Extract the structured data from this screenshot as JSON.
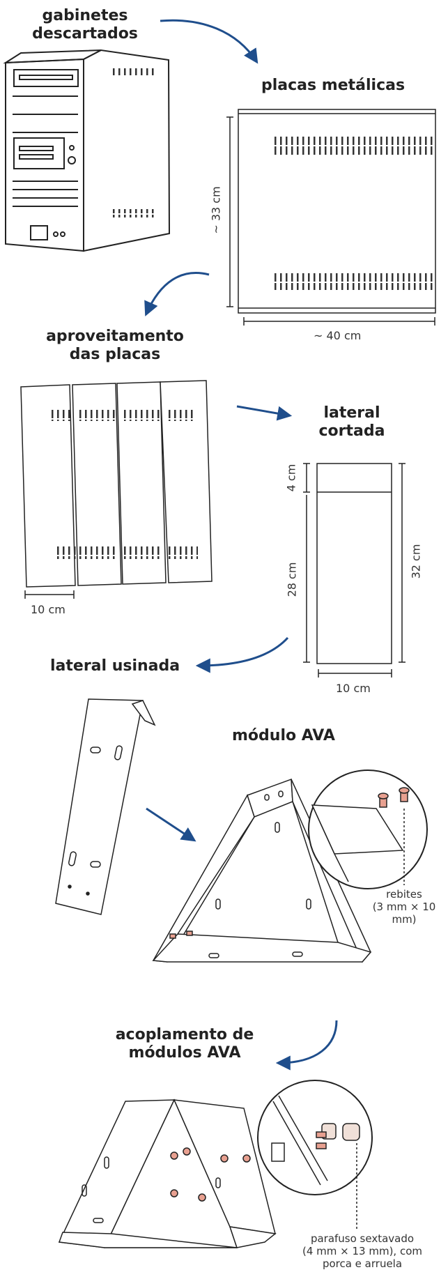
{
  "labels": {
    "gabinetes": "gabinetes\ndescartados",
    "placas": "placas metálicas",
    "aproveitamento": "aproveitamento\ndas placas",
    "lateral_cortada": "lateral\ncortada",
    "lateral_usinada": "lateral usinada",
    "modulo_ava": "módulo AVA",
    "acoplamento": "acoplamento de\nmódulos AVA"
  },
  "dimensions": {
    "placa_height": "~ 33 cm",
    "placa_width": "~ 40 cm",
    "strip_width": "10 cm",
    "top_segment": "4 cm",
    "lower_segment": "28 cm",
    "total_height": "32 cm",
    "cut_width": "10 cm"
  },
  "callouts": {
    "rebites": "rebites\n(3 mm × 10 mm)",
    "parafuso": "parafuso sextavado\n(4 mm × 13 mm), com\nporca e arruela"
  },
  "colors": {
    "line": "#222222",
    "arrow": "#1f4e8c",
    "accent": "#e8a090"
  }
}
